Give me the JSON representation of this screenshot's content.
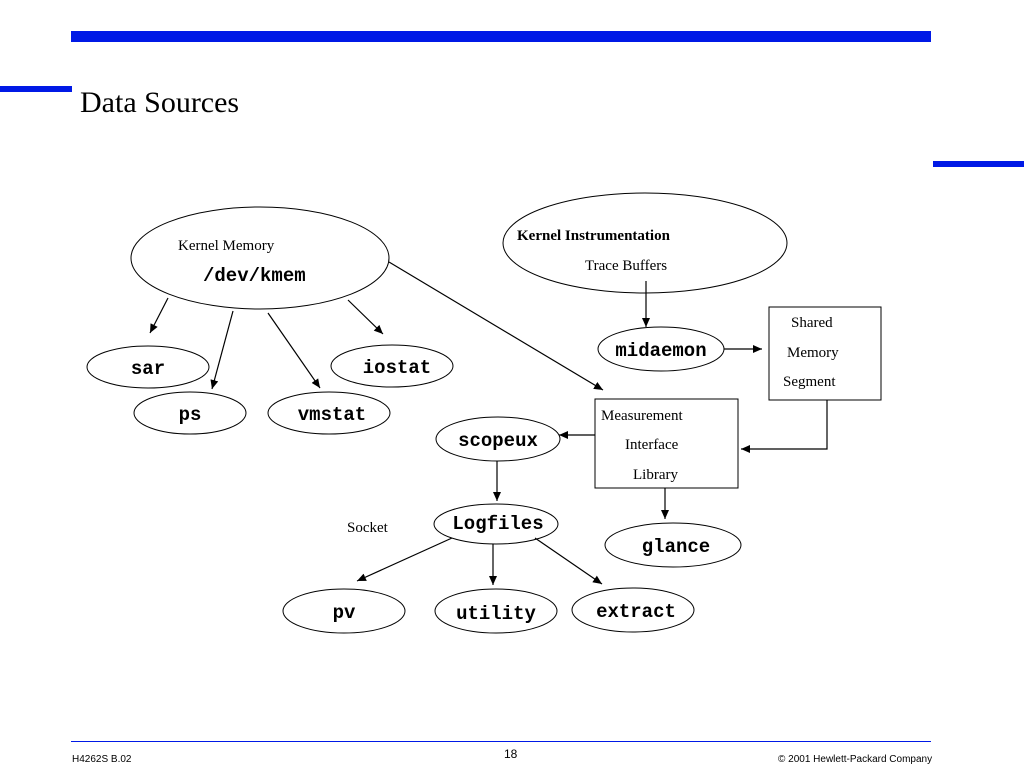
{
  "slide": {
    "title": "Data Sources",
    "footer_left": "H4262S B.02",
    "page_number": "18",
    "footer_right": "© 2001 Hewlett-Packard Company",
    "accent_color": "#0019e6"
  },
  "diagram": {
    "kernel_memory": {
      "label": "Kernel Memory",
      "device": "/dev/kmem"
    },
    "kernel_instrumentation": {
      "label": "Kernel Instrumentation",
      "sublabel": "Trace Buffers"
    },
    "sar": "sar",
    "ps": "ps",
    "vmstat": "vmstat",
    "iostat": "iostat",
    "midaemon": "midaemon",
    "shared_memory": {
      "line1": "Shared",
      "line2": "Memory",
      "line3": "Segment"
    },
    "measurement_library": {
      "line1": "Measurement",
      "line2": "Interface",
      "line3": "Library"
    },
    "scopeux": "scopeux",
    "logfiles": "Logfiles",
    "socket": "Socket",
    "glance": "glance",
    "pv": "pv",
    "utility": "utility",
    "extract": "extract"
  }
}
